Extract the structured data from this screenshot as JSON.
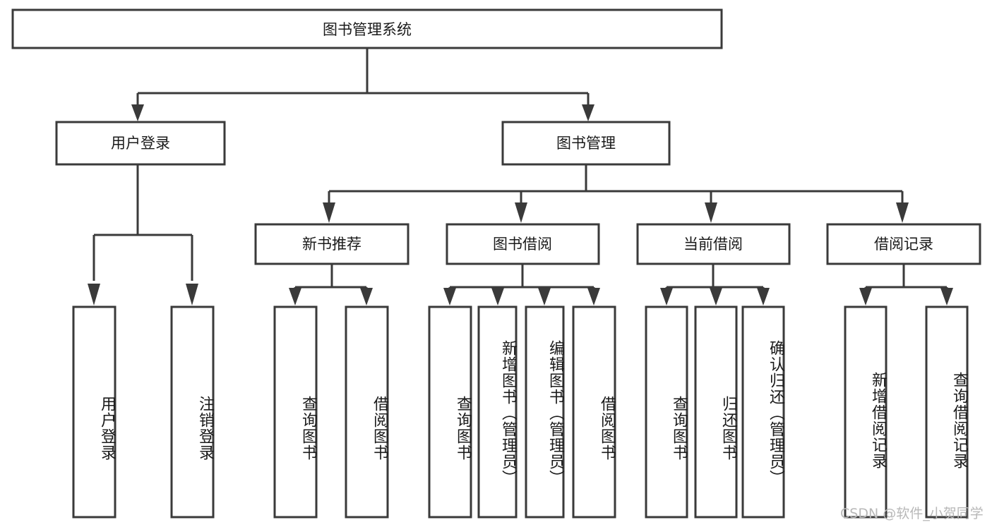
{
  "diagram": {
    "title": "图书管理系统",
    "type": "tree-hierarchy",
    "watermark": "CSDN @软件_小贺同学",
    "colors": {
      "stroke": "#3a3a3a",
      "fill": "#ffffff",
      "text": "#1a1a1a",
      "watermark": "#b8b8b8"
    },
    "nodes": {
      "root": {
        "label": "图书管理系统"
      },
      "level2": [
        {
          "id": "user-login",
          "label": "用户登录"
        },
        {
          "id": "book-management",
          "label": "图书管理"
        }
      ],
      "level3": [
        {
          "id": "new-book-recommend",
          "label": "新书推荐"
        },
        {
          "id": "book-borrow",
          "label": "图书借阅"
        },
        {
          "id": "current-borrow",
          "label": "当前借阅"
        },
        {
          "id": "borrow-record",
          "label": "借阅记录"
        }
      ],
      "leaves": {
        "user-login": [
          {
            "id": "leaf-user-login",
            "label": "用户登录"
          },
          {
            "id": "leaf-logout-login",
            "label": "注销登录"
          }
        ],
        "new-book-recommend": [
          {
            "id": "leaf-query-book-1",
            "label": "查询图书"
          },
          {
            "id": "leaf-borrow-book-1",
            "label": "借阅图书"
          }
        ],
        "book-borrow": [
          {
            "id": "leaf-query-book-2",
            "label": "查询图书"
          },
          {
            "id": "leaf-add-book-admin",
            "label": "新增图书（管理员）"
          },
          {
            "id": "leaf-edit-book-admin",
            "label": "编辑图书（管理员）"
          },
          {
            "id": "leaf-borrow-book-2",
            "label": "借阅图书"
          }
        ],
        "current-borrow": [
          {
            "id": "leaf-query-book-3",
            "label": "查询图书"
          },
          {
            "id": "leaf-return-book",
            "label": "归还图书"
          },
          {
            "id": "leaf-confirm-return-admin",
            "label": "确认归还（管理员）"
          }
        ],
        "borrow-record": [
          {
            "id": "leaf-add-borrow-record",
            "label": "新增借阅记录"
          },
          {
            "id": "leaf-query-borrow-record",
            "label": "查询借阅记录"
          }
        ]
      }
    }
  }
}
